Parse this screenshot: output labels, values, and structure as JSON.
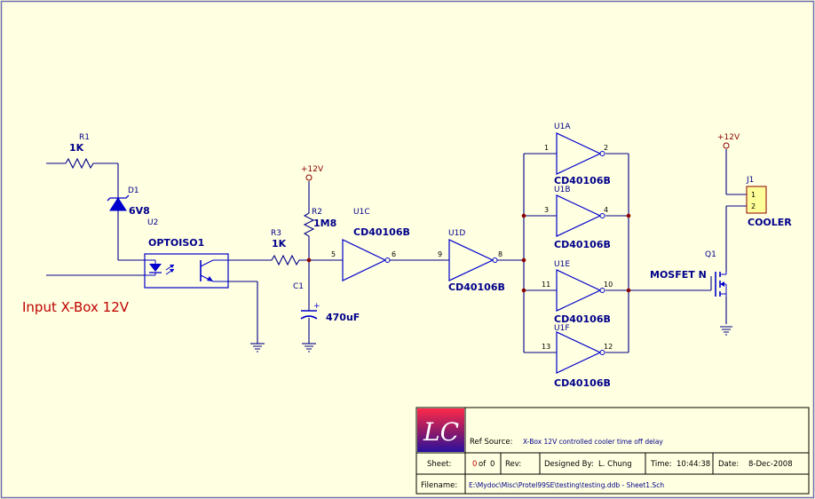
{
  "colors": {
    "background": "#ffffe1",
    "wire": "#00008b",
    "annotation": "#c00000",
    "symbol": "#0000ff"
  },
  "annotation": {
    "input_label": "Input X-Box 12V"
  },
  "components": {
    "r1": {
      "ref": "R1",
      "value": "1K"
    },
    "d1": {
      "ref": "D1",
      "value": "6V8"
    },
    "u2": {
      "ref": "U2",
      "value": "OPTOISO1"
    },
    "r3": {
      "ref": "R3",
      "value": "1K"
    },
    "r2": {
      "ref": "R2",
      "value": "1M8",
      "supply": "+12V"
    },
    "c1": {
      "ref": "C1",
      "value": "470uF",
      "polarity": "+"
    },
    "u1c": {
      "ref": "U1C",
      "value": "CD40106B",
      "pin_in": "5",
      "pin_out": "6"
    },
    "u1d": {
      "ref": "U1D",
      "value": "CD40106B",
      "pin_in": "9",
      "pin_out": "8"
    },
    "u1a": {
      "ref": "U1A",
      "value": "CD40106B",
      "pin_in": "1",
      "pin_out": "2"
    },
    "u1b": {
      "ref": "U1B",
      "value": "CD40106B",
      "pin_in": "3",
      "pin_out": "4"
    },
    "u1e": {
      "ref": "U1E",
      "value": "CD40106B",
      "pin_in": "11",
      "pin_out": "10"
    },
    "u1f": {
      "ref": "U1F",
      "value": "CD40106B",
      "pin_in": "13",
      "pin_out": "12"
    },
    "q1": {
      "ref": "Q1",
      "value": "MOSFET N"
    },
    "j1": {
      "ref": "J1",
      "value": "COOLER",
      "pin1": "1",
      "pin2": "2",
      "supply": "+12V"
    }
  },
  "title_block": {
    "logo_text": "LC",
    "ref_source_label": "Ref Source:",
    "ref_source_value": "X-Box 12V controlled cooler time off delay",
    "sheet_label": "Sheet:",
    "sheet_number": "0",
    "sheet_of": "of",
    "sheet_total": "0",
    "rev_label": "Rev:",
    "rev_value": "",
    "designed_label": "Designed By:",
    "designed_value": "L. Chung",
    "time_label": "Time:",
    "time_value": "10:44:38",
    "date_label": "Date:",
    "date_value": "8-Dec-2008",
    "filename_label": "Filename:",
    "filename_value": "E:\\Mydoc\\Misc\\Protel99SE\\testing\\testing.ddb - Sheet1.Sch"
  }
}
